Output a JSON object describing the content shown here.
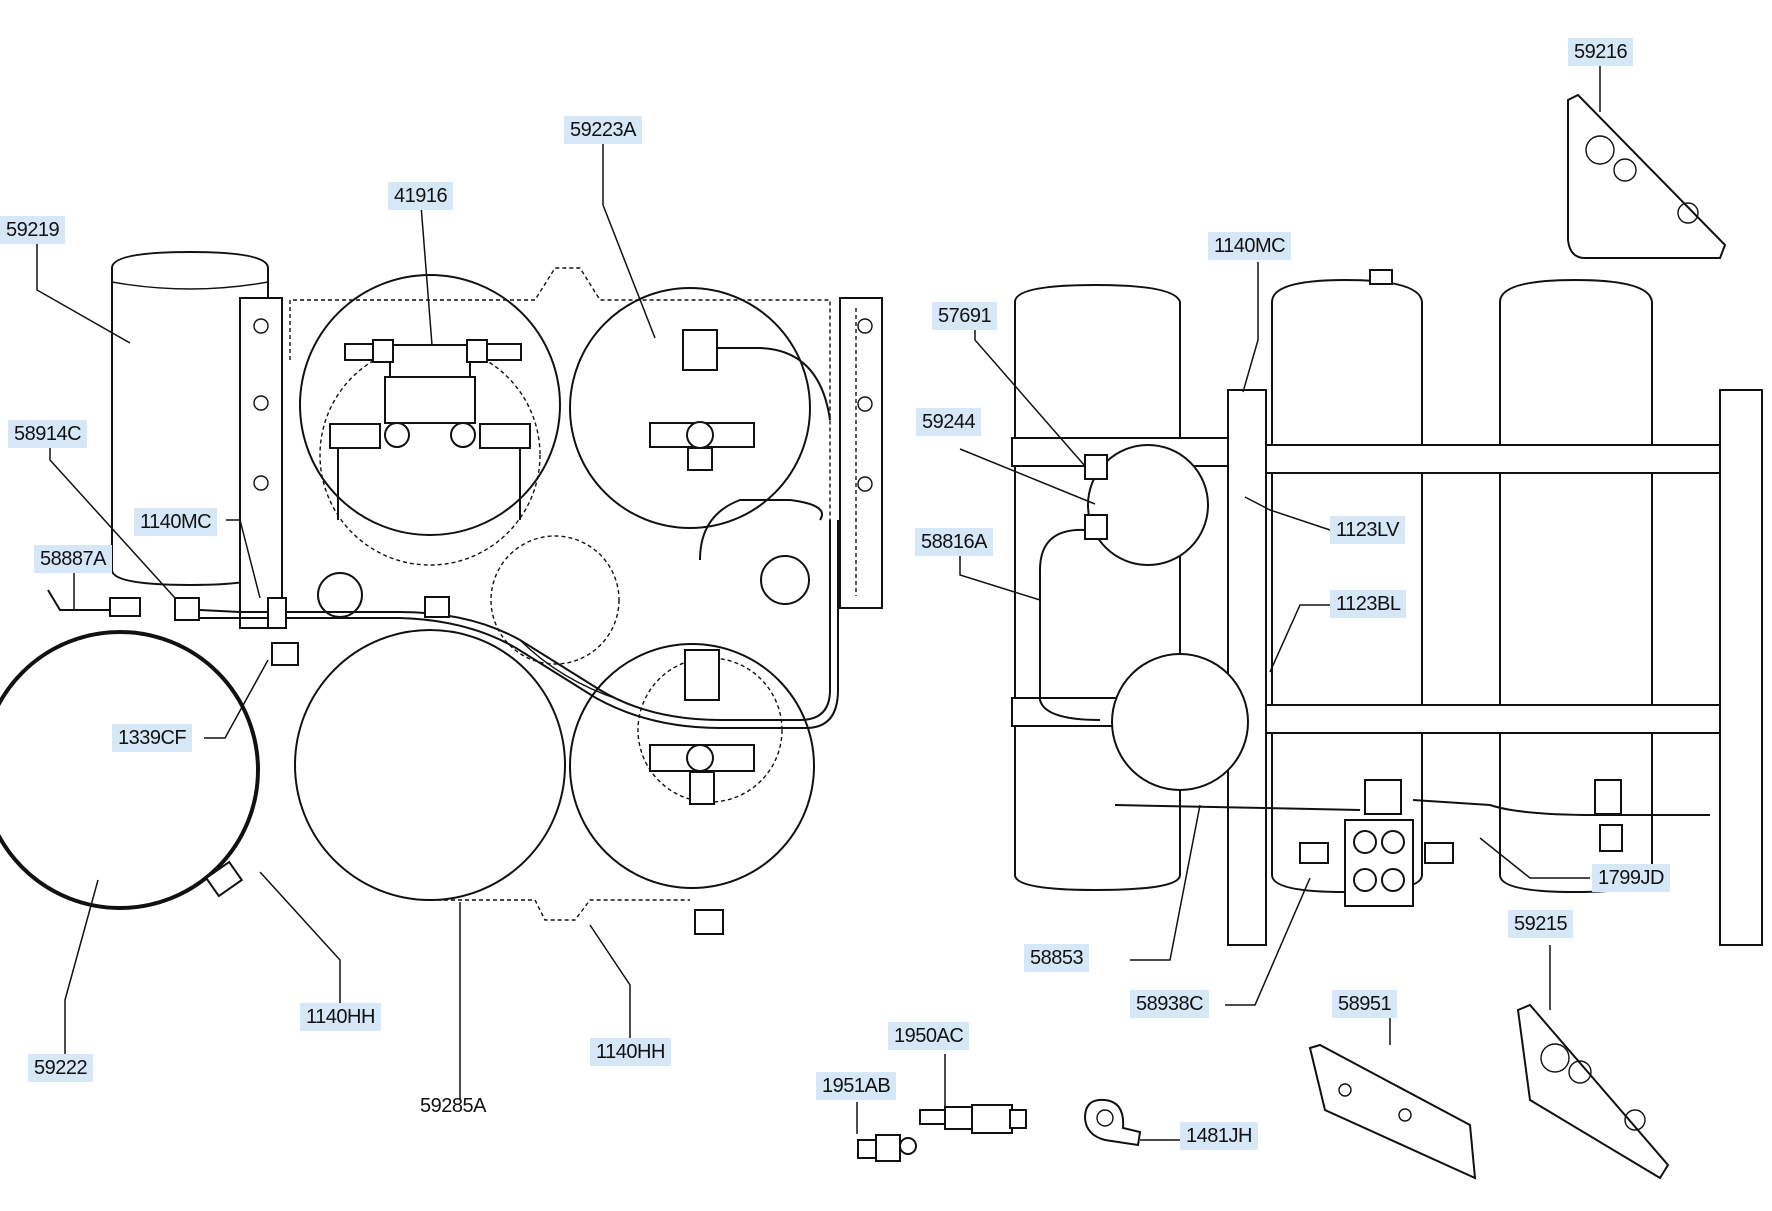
{
  "labels": {
    "l59216": "59216",
    "l59223A": "59223A",
    "l41916": "41916",
    "l59219": "59219",
    "l1140MC_right": "1140MC",
    "l57691": "57691",
    "l59244": "59244",
    "l58914C": "58914C",
    "l1140MC_left": "1140MC",
    "l58887A": "58887A",
    "l58816A": "58816A",
    "l1123LV": "1123LV",
    "l1123BL": "1123BL",
    "l1339CF": "1339CF",
    "l1799JD": "1799JD",
    "l59215": "59215",
    "l58853": "58853",
    "l1140HH_a": "1140HH",
    "l1140HH_b": "1140HH",
    "l58938C": "58938C",
    "l58951": "58951",
    "l59222": "59222",
    "l1950AC": "1950AC",
    "l1951AB": "1951AB",
    "l59285A": "59285A",
    "l1481JH": "1481JH"
  },
  "colors": {
    "label_highlight": "#d6e8f8",
    "line": "#111111"
  }
}
